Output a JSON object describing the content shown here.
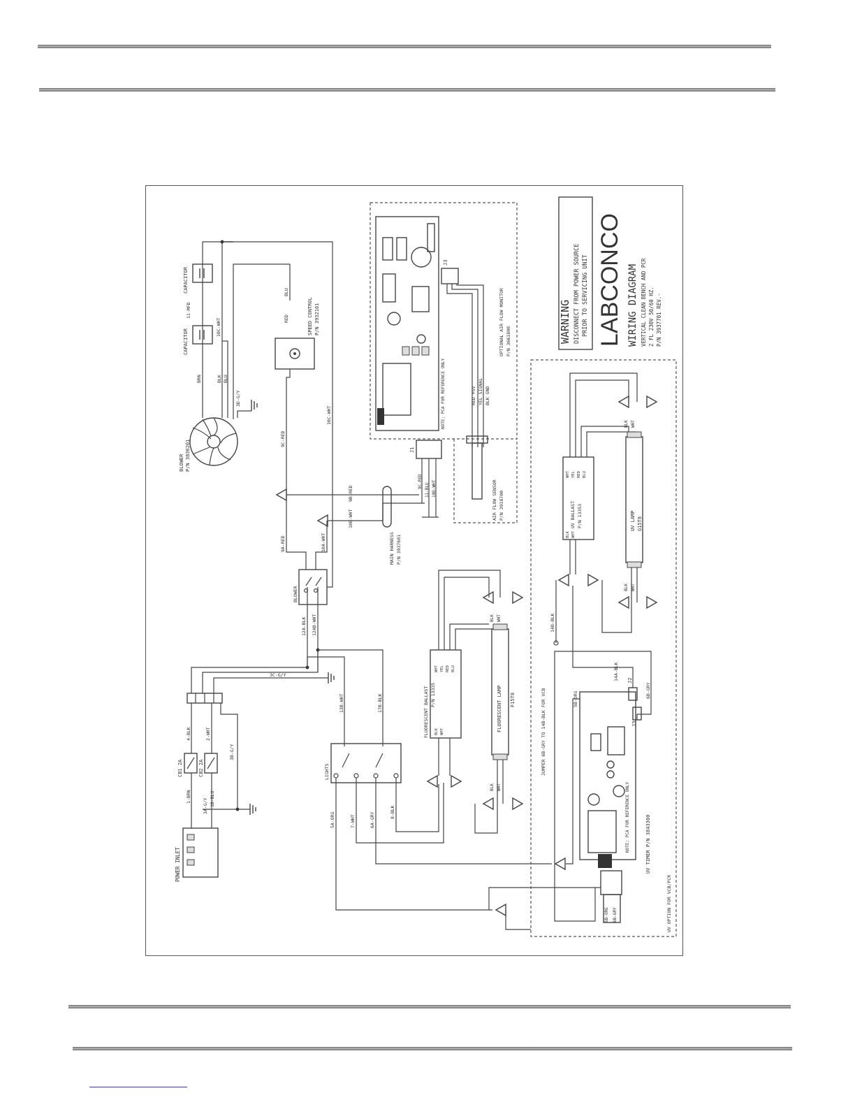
{
  "page": {
    "rules_count": 4
  },
  "title_block": {
    "warning_title": "WARNING",
    "warning_line1": "DISCONNECT FROM POWER SOURCE",
    "warning_line2": "PRIOR TO SERVICING UNIT",
    "brand": "LABCONCO",
    "diagram_title": "WIRING DIAGRAM",
    "line1": "VERTICAL CLEAN BENCH AND PCR",
    "line2": "2 FL 230V 50/60 HZ.",
    "line3": "P/N 3937701 REV.-"
  },
  "components": {
    "power_inlet": "POWER INLET",
    "cb1": "CB1 2A",
    "cb2": "CB2 2A",
    "lights_switch": "LIGHTS",
    "blower_switch": "BLOWER",
    "blower": "BLOWER",
    "blower_pn": "P/N 3836201",
    "capacitor1": "CAPACITOR",
    "capacitor2": "CAPACITOR",
    "capacitor_val": "11-MFD",
    "speed_control": "SPEED CONTROL",
    "speed_control_pn": "P/N 3932101",
    "main_harness": "MAIN HARNESS",
    "main_harness_pn": "P/N 3937601",
    "fl_ballast": "FLUORESCENT BALLAST",
    "fl_ballast_pn": "P/N 13335",
    "fl_lamp": "FLUORESCENT LAMP",
    "fl_lamp_pn": "F15T8",
    "airflow_sensor": "AIR FLOW SENSOR",
    "airflow_sensor_pn": "P/N 3918700",
    "airflow_monitor": "OPTIONAL AIR FLOW MONITOR",
    "airflow_monitor_pn": "P/N 3661800",
    "pcb_note": "NOTE: PCA FOR REFERENCE ONLY",
    "uv_ballast": "UV BALLAST",
    "uv_ballast_pn": "P/N 13353",
    "uv_lamp": "UV LAMP",
    "uv_lamp_pn": "G15T8",
    "uv_timer": "UV TIMER P/N 3843300",
    "uv_pcb_note": "NOTE: PCA FOR REFERENCE ONLY",
    "jumper_note": "JUMPER 6B-GRY TO 14B-BLK FOR VCB",
    "uv_option": "UV OPTION FOR VCB/PCR",
    "j1": "J1",
    "j2": "J2",
    "j3": "J3"
  },
  "wires": {
    "w1": "1-BRN",
    "w2": "2-WHT",
    "w3": "3A-G/Y",
    "w3b": "3B-G/Y",
    "w4": "4-BLK",
    "w5": "5A-ORG",
    "w7": "7-WHT",
    "w8": "8-BLK",
    "w6": "6A-GRY",
    "w1b": "1B-BLU",
    "w12a": "12A-BLK",
    "w12b": "12AB-WHT",
    "w13": "13B-WHT",
    "w17": "17B-BLK",
    "w9a": "9A-RED",
    "w10a": "10A-WHT",
    "w9b": "9B-RED",
    "w10b": "10B-WHT",
    "w9c": "9C-RED",
    "w10c": "10C-WHT",
    "w10d": "10D-WHT",
    "w3d": "3D-G/Y",
    "w3c": "3C-G/Y",
    "w5b": "5B-ORG",
    "w6b": "6B-GRY",
    "w14a": "14A-BLK",
    "w14b": "14B-BLK",
    "w11": "11-BLU",
    "brn": "BRN",
    "blk": "BLK",
    "blu": "BLU",
    "red": "RED",
    "wht": "WHT",
    "yel": "YEL",
    "sensor_a": "RED +5V",
    "sensor_b": "YEL SIGNAL",
    "sensor_c": "BLK GND"
  }
}
